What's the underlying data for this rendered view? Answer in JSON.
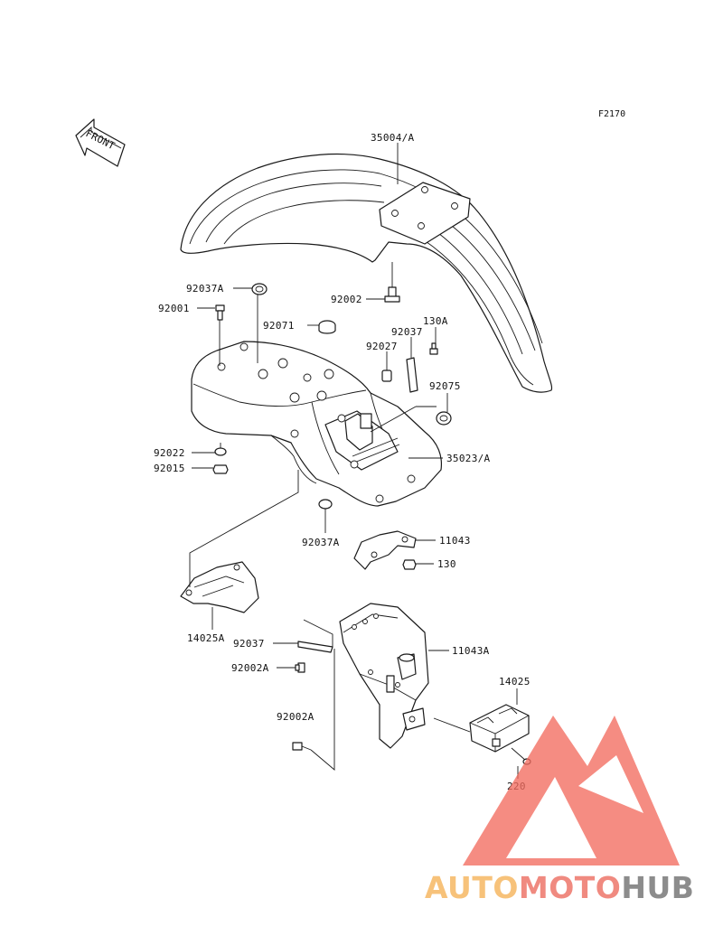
{
  "figure_id": "F2170",
  "direction_label": "FRONT",
  "parts": {
    "p35004A": "35004/A",
    "p92002": "92002",
    "p92037A_top": "92037A",
    "p92001": "92001",
    "p92071": "92071",
    "p130A": "130A",
    "p92037": "92037",
    "p92027": "92027",
    "p92075": "92075",
    "p92022": "92022",
    "p92015": "92015",
    "p35023A": "35023/A",
    "p92037A_bottom": "92037A",
    "p11043": "11043",
    "p130": "130",
    "p14025A": "14025A",
    "p92037_lower": "92037",
    "p11043A": "11043A",
    "p92002A_upper": "92002A",
    "p14025": "14025",
    "p92002A_lower": "92002A",
    "p220": "220"
  },
  "watermark": {
    "part1": "AUTO",
    "part2": "MOTO",
    "part3": "HUB",
    "color1": "#f7c27a",
    "color2": "#f08a80",
    "color3": "#8c8c8c",
    "logo_color": "#f26b5f"
  }
}
